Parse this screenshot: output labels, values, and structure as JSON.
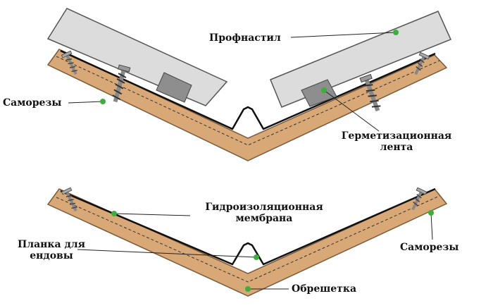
{
  "labels": {
    "profnastil": "Профнастил",
    "samorezy_top": "Саморезы",
    "germ_line1": "Герметизационная",
    "germ_line2": "лента",
    "gidro_line1": "Гидроизоляционная",
    "gidro_line2": "мембрана",
    "planka_line1": "Планка для",
    "planka_line2": "ендовы",
    "samorezy_bottom": "Саморезы",
    "obreshetka": "Обрешетка"
  },
  "colors": {
    "wood": "#d9a877",
    "wood_edge": "#7a5a3a",
    "sheet": "#dcdcdc",
    "sheet_edge": "#555555",
    "tape": "#8e8e8e",
    "membrane": "#111111",
    "marker": "#3ab03a",
    "leader": "#222222"
  }
}
